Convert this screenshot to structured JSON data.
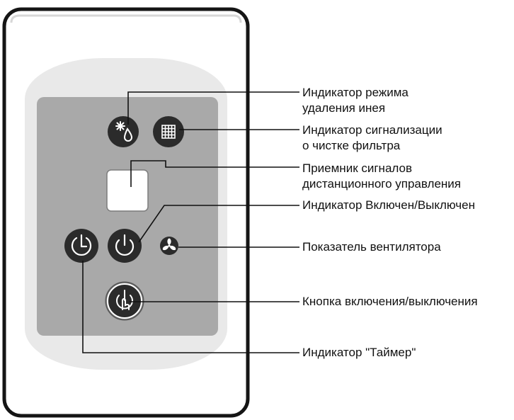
{
  "colors": {
    "panel_frame": "#151515",
    "panel_face": "#ffffff",
    "panel_shade": "#e9e9e9",
    "display_plate": "#a9a9a9",
    "indicator_fill": "#2b2b2b",
    "leader_line": "#111111"
  },
  "callouts": [
    {
      "id": "defrost",
      "icon": "defrost-icon",
      "lines": [
        "Индикатор режима",
        "удаления инея"
      ]
    },
    {
      "id": "filter",
      "icon": "filter-grid-icon",
      "lines": [
        "Индикатор сигнализации",
        "о чистке фильтра"
      ]
    },
    {
      "id": "receiver",
      "icon": "ir-receiver-window",
      "lines": [
        "Приемник сигналов",
        "дистанционного управления"
      ]
    },
    {
      "id": "power-indicator",
      "icon": "power-icon",
      "lines": [
        "Индикатор Включен/Выключен"
      ]
    },
    {
      "id": "fan",
      "icon": "fan-icon",
      "lines": [
        "Показатель вентилятора"
      ]
    },
    {
      "id": "power-button",
      "icon": "power-touch-icon",
      "lines": [
        "Кнопка включения/выключения"
      ]
    },
    {
      "id": "timer",
      "icon": "timer-icon",
      "lines": [
        "Индикатор \"Таймер\""
      ]
    }
  ]
}
